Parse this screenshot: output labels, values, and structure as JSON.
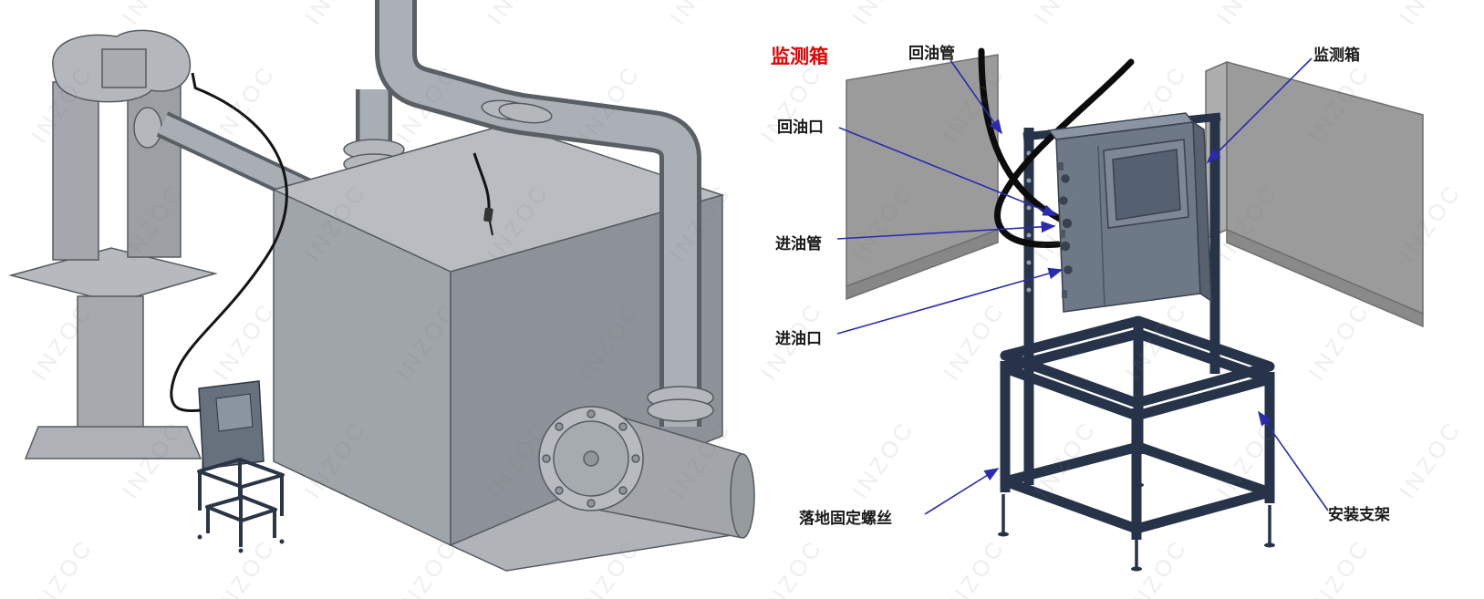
{
  "watermark": {
    "text": "INZOC"
  },
  "right_panel": {
    "title_label": "监测箱",
    "labels": [
      {
        "id": "return-pipe",
        "text": "回油管"
      },
      {
        "id": "monitor-box",
        "text": "监测箱"
      },
      {
        "id": "return-port",
        "text": "回油口"
      },
      {
        "id": "inlet-pipe",
        "text": "进油管"
      },
      {
        "id": "inlet-port",
        "text": "进油口"
      },
      {
        "id": "floor-screws",
        "text": "落地固定螺丝"
      },
      {
        "id": "mounting-bracket",
        "text": "安装支架"
      }
    ]
  },
  "colors": {
    "annotation_arrow": "#2b2bb0",
    "highlight_label": "#e60000",
    "watermark_gray": "rgba(120,120,120,0.13)",
    "metal_light": "#b9bdc1",
    "metal_mid": "#a2a6ab",
    "metal_dark": "#8d9298",
    "frame_navy": "#263349",
    "box_slate": "#6e7988",
    "hose_black": "#0c0c0c",
    "wall_gray": "#9b9b9b"
  }
}
